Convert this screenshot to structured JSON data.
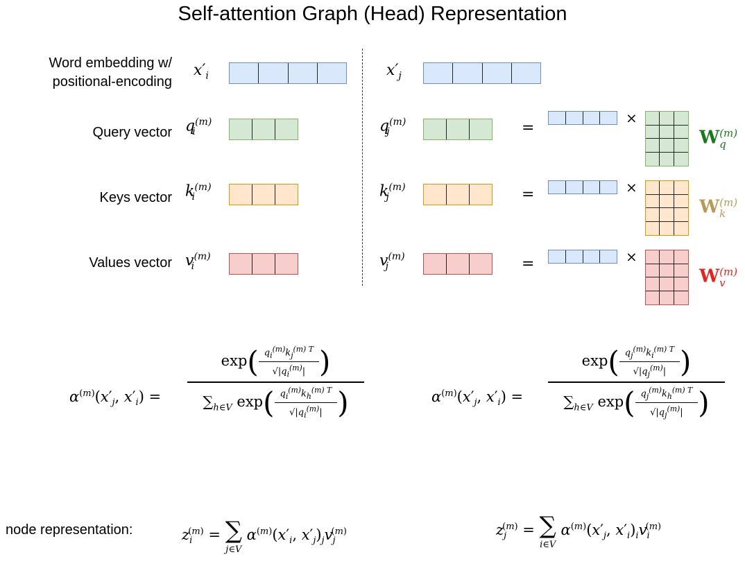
{
  "title": "Self-attention Graph (Head) Representation",
  "rows": [
    {
      "label_line1": "Word embedding w/",
      "label_line2": "positional-encoding",
      "sym_i": "x′",
      "sub_i": "i",
      "sym_j": "x′",
      "sub_j": "j",
      "color": "#dae8fc"
    },
    {
      "label": "Query vector",
      "sym_i": "q",
      "sub_i": "i",
      "sup": "(m)",
      "sym_j": "q",
      "sub_j": "j",
      "weight": "W",
      "weight_sub": "q",
      "weight_sup": "(m)",
      "weight_color": "#1a7a1a",
      "color": "#d5e8d4"
    },
    {
      "label": "Keys vector",
      "sym_i": "k",
      "sub_i": "i",
      "sup": "(m)",
      "sym_j": "k",
      "sub_j": "j",
      "weight": "W",
      "weight_sub": "k",
      "weight_sup": "(m)",
      "weight_color": "#b89a55",
      "color": "#ffe6cc"
    },
    {
      "label": "Values vector",
      "sym_i": "v",
      "sub_i": "i",
      "sup": "(m)",
      "sym_j": "v",
      "sub_j": "j",
      "weight": "W",
      "weight_sub": "v",
      "weight_sup": "(m)",
      "weight_color": "#e8231e",
      "color": "#f8cecc"
    }
  ],
  "operators": {
    "equals": "=",
    "times": "×"
  },
  "node_label": "node representation:",
  "colors": {
    "blue_fill": "#dae8fc",
    "green_fill": "#d5e8d4",
    "orange_fill": "#ffe6cc",
    "red_fill": "#f8cecc"
  }
}
